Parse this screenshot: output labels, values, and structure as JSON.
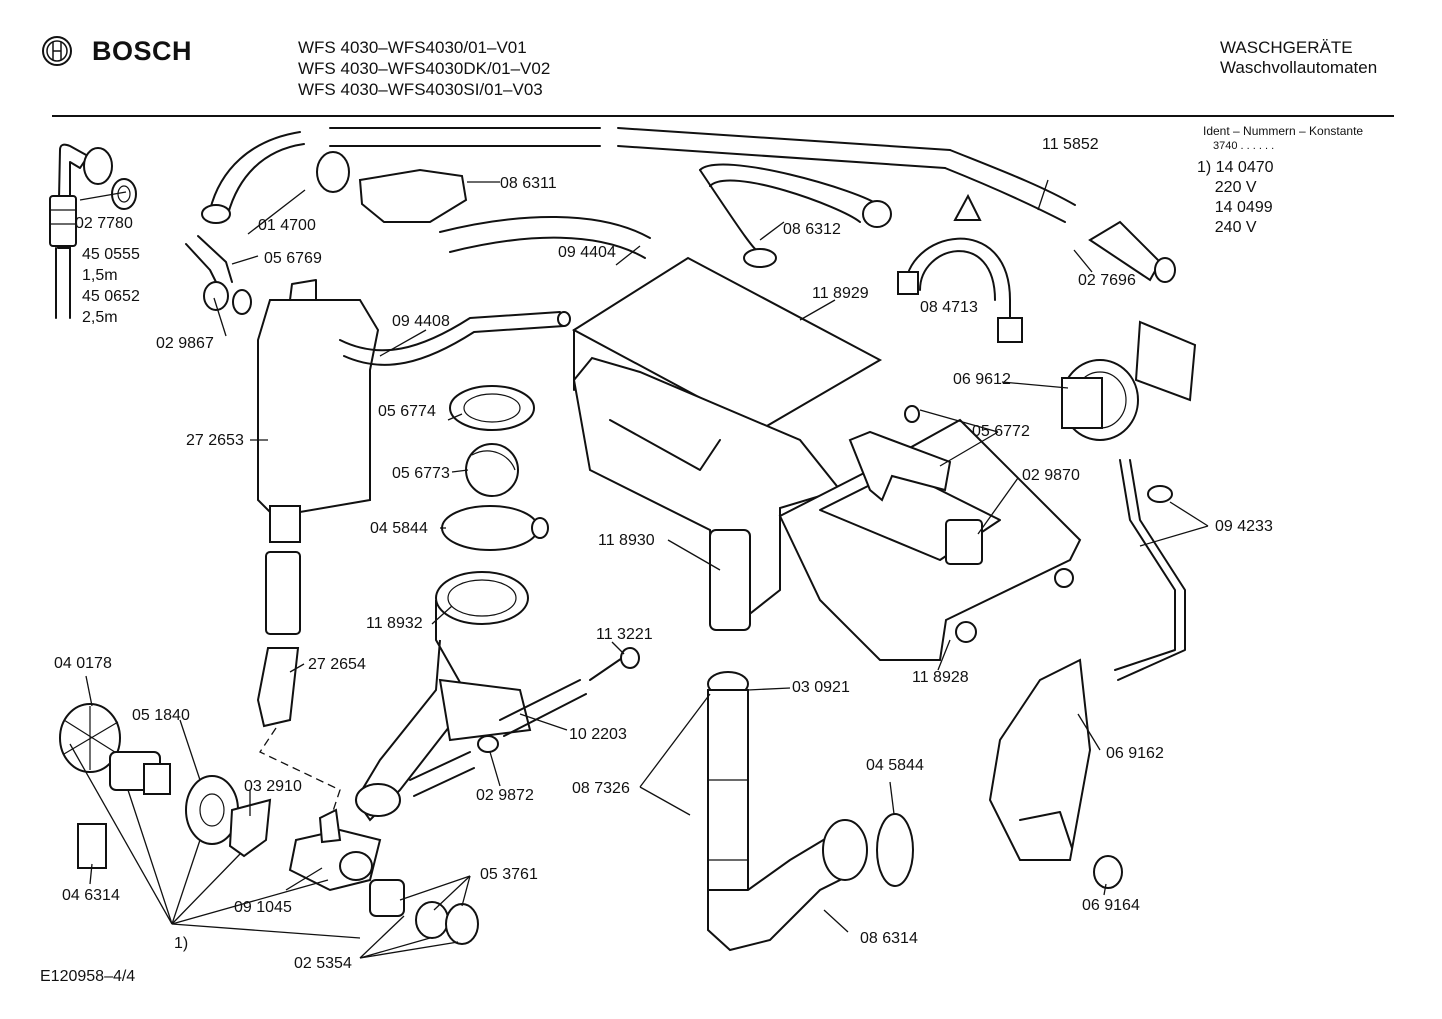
{
  "header": {
    "brand": "BOSCH",
    "models": [
      "WFS 4030–WFS4030/01–V01",
      "WFS 4030–WFS4030DK/01–V02",
      "WFS 4030–WFS4030SI/01–V03"
    ],
    "category": [
      "WASCHGERÄTE",
      "Waschvollautomaten"
    ]
  },
  "ident": {
    "title": "Ident – Nummern – Konstante",
    "sub": "3740 . .   . . . .",
    "lines": [
      "1) 14 0470",
      "    220 V",
      "    14 0499",
      "    240 V"
    ]
  },
  "parts": [
    {
      "id": "p1",
      "label": "02 7780"
    },
    {
      "id": "p2",
      "label": "45 0555"
    },
    {
      "id": "p3",
      "label": "1,5m"
    },
    {
      "id": "p4",
      "label": "45 0652"
    },
    {
      "id": "p5",
      "label": "2,5m"
    },
    {
      "id": "p6",
      "label": "01 4700"
    },
    {
      "id": "p7",
      "label": "08 6311"
    },
    {
      "id": "p8",
      "label": "05 6769"
    },
    {
      "id": "p9",
      "label": "09 4404"
    },
    {
      "id": "p10",
      "label": "02 9867"
    },
    {
      "id": "p11",
      "label": "09 4408"
    },
    {
      "id": "p12",
      "label": "11 5852"
    },
    {
      "id": "p13",
      "label": "08 6312"
    },
    {
      "id": "p14",
      "label": "11 8929"
    },
    {
      "id": "p15",
      "label": "08 4713"
    },
    {
      "id": "p16",
      "label": "02 7696"
    },
    {
      "id": "p17",
      "label": "27 2653"
    },
    {
      "id": "p18",
      "label": "05 6774"
    },
    {
      "id": "p19",
      "label": "05 6773"
    },
    {
      "id": "p20",
      "label": "04 5844"
    },
    {
      "id": "p21",
      "label": "06 9612"
    },
    {
      "id": "p22",
      "label": "05 6772"
    },
    {
      "id": "p23",
      "label": "02 9870"
    },
    {
      "id": "p24",
      "label": "09 4233"
    },
    {
      "id": "p25",
      "label": "11 8930"
    },
    {
      "id": "p26",
      "label": "11 8932"
    },
    {
      "id": "p27",
      "label": "11 3221"
    },
    {
      "id": "p28",
      "label": "27 2654"
    },
    {
      "id": "p29",
      "label": "11 8928"
    },
    {
      "id": "p30",
      "label": "04 0178"
    },
    {
      "id": "p31",
      "label": "05 1840"
    },
    {
      "id": "p32",
      "label": "03 0921"
    },
    {
      "id": "p33",
      "label": "10 2203"
    },
    {
      "id": "p34",
      "label": "03 2910"
    },
    {
      "id": "p35",
      "label": "02 9872"
    },
    {
      "id": "p36",
      "label": "08 7326"
    },
    {
      "id": "p37",
      "label": "04 5844"
    },
    {
      "id": "p38",
      "label": "06 9162"
    },
    {
      "id": "p39",
      "label": "04 6314"
    },
    {
      "id": "p40",
      "label": "09 1045"
    },
    {
      "id": "p41",
      "label": "05 3761"
    },
    {
      "id": "p42",
      "label": "1)"
    },
    {
      "id": "p43",
      "label": "02 5354"
    },
    {
      "id": "p44",
      "label": "08 6314"
    },
    {
      "id": "p45",
      "label": "06 9164"
    }
  ],
  "footer": {
    "doc_id": "E120958–4/4"
  }
}
